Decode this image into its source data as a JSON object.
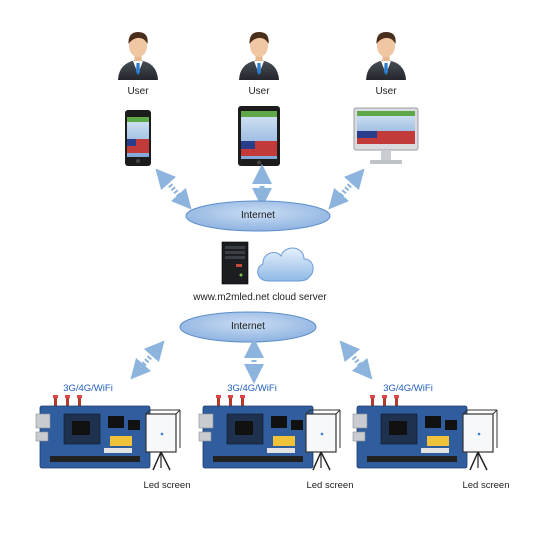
{
  "diagram": {
    "users": [
      {
        "label": "User",
        "device": "smartphone"
      },
      {
        "label": "User",
        "device": "tablet"
      },
      {
        "label": "User",
        "device": "desktop-monitor"
      }
    ],
    "internet_top": {
      "label": "Internet"
    },
    "server": {
      "label": "www.m2mled.net cloud server"
    },
    "internet_bottom": {
      "label": "Internet"
    },
    "controllers": [
      {
        "label": "3G/4G/WiFi",
        "screen_label": "Led screen"
      },
      {
        "label": "3G/4G/WiFi",
        "screen_label": "Led screen"
      },
      {
        "label": "3G/4G/WiFi",
        "screen_label": "Led screen"
      }
    ],
    "colors": {
      "cloud_fill": "#a8c6ea",
      "cloud_stroke": "#5b8ecc",
      "arrow": "#8db4dd",
      "board": "#2f5d9e",
      "accent_text": "#1f5fbf"
    }
  }
}
